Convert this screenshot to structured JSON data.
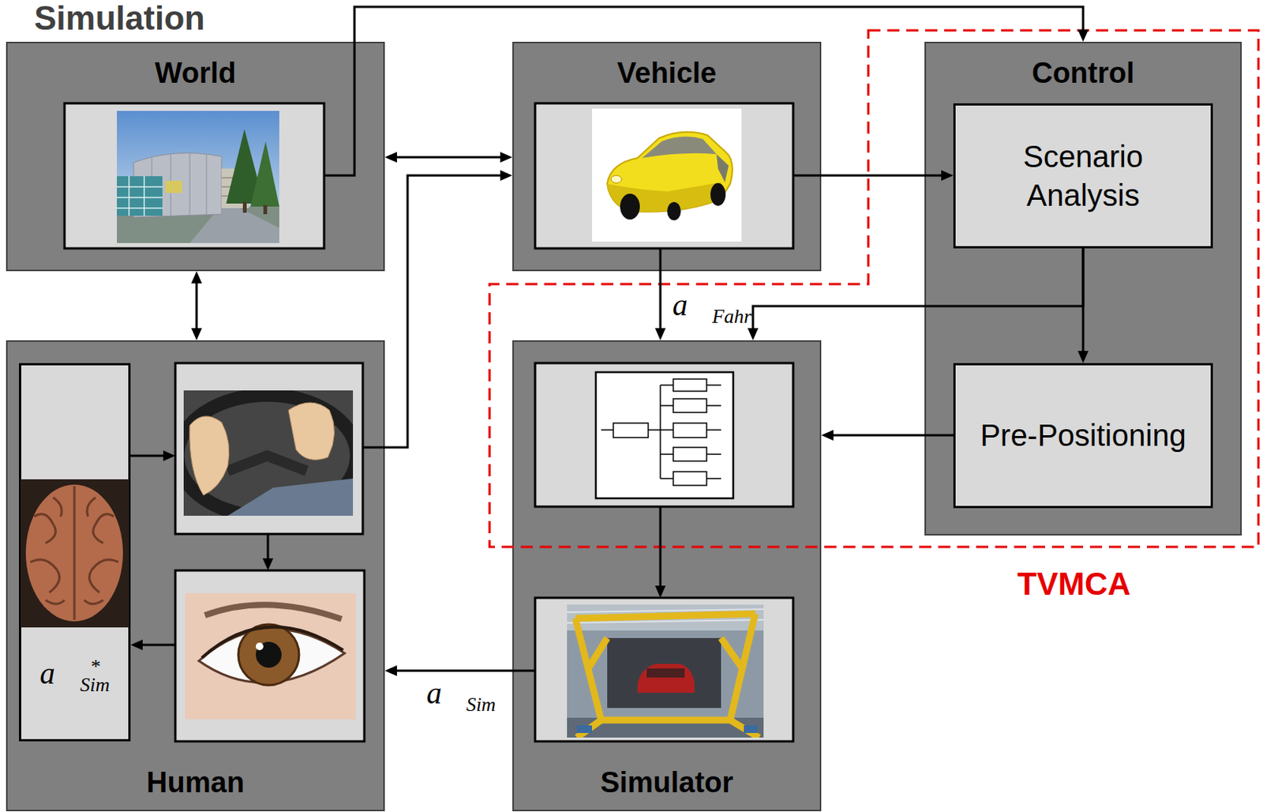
{
  "diagram": {
    "title": "Simulation",
    "nodes": [
      {
        "text": [
          "World"
        ]
      },
      {
        "text": [
          "Vehicle"
        ]
      },
      {
        "text": [
          "Control"
        ]
      },
      {
        "text": [
          "Scenario Analysis"
        ],
        "in": 2
      },
      {
        "text": [
          "Pre-Positioning"
        ],
        "in": 2
      },
      {
        "text": [
          "Human"
        ]
      },
      {
        "text": [
          "a⃗*Sim"
        ],
        "in": 5
      },
      {
        "text": [
          "Simulator"
        ]
      }
    ],
    "edges": [
      {
        "from": 0,
        "to": 2,
        "arrow": "to"
      },
      {
        "from": 0,
        "to": 1,
        "arrow": "both"
      },
      {
        "from": 0,
        "to": 5,
        "arrow": "both"
      },
      {
        "from": 5,
        "to": 1,
        "arrow": "to"
      },
      {
        "from": 1,
        "to": 3,
        "arrow": "to"
      },
      {
        "from": 1,
        "to": 7,
        "label": "a⃗Fahr",
        "arrow": "to"
      },
      {
        "from": 3,
        "to": 4,
        "arrow": "to"
      },
      {
        "from": 3,
        "to": 7,
        "arrow": "to"
      },
      {
        "from": 4,
        "to": 7,
        "arrow": "to"
      },
      {
        "from": 7,
        "to": 5,
        "label": "a⃗Sim",
        "arrow": "to"
      }
    ],
    "labels": [
      "TVMCA"
    ]
  }
}
